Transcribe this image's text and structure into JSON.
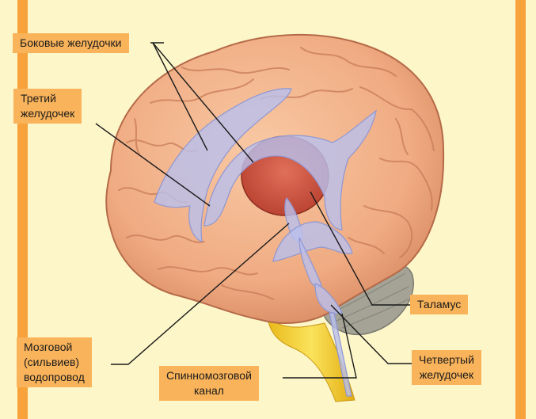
{
  "colors": {
    "background": "#fdf6c8",
    "frame": "#f7a23a",
    "label_bg": "#f9b35a",
    "brain": "#f3b48c",
    "brain_shadow": "#d4825c",
    "ventricles": "#b9c0ec",
    "thalamus": "#c94e3e",
    "cerebellum": "#9a9a8e",
    "spinal_cord": "#f5cf2a",
    "leader_line": "#1a1a1a"
  },
  "labels": {
    "lateral_ventricles": "Боковые желудочки",
    "third_ventricle": "Третий\nжелудочек",
    "thalamus": "Таламус",
    "cerebral_aqueduct": "Мозговой\n(сильвиев)\nводопровод",
    "spinal_canal": "Спинномозговой\nканал",
    "fourth_ventricle": "Четвертый\nжелудочек"
  }
}
